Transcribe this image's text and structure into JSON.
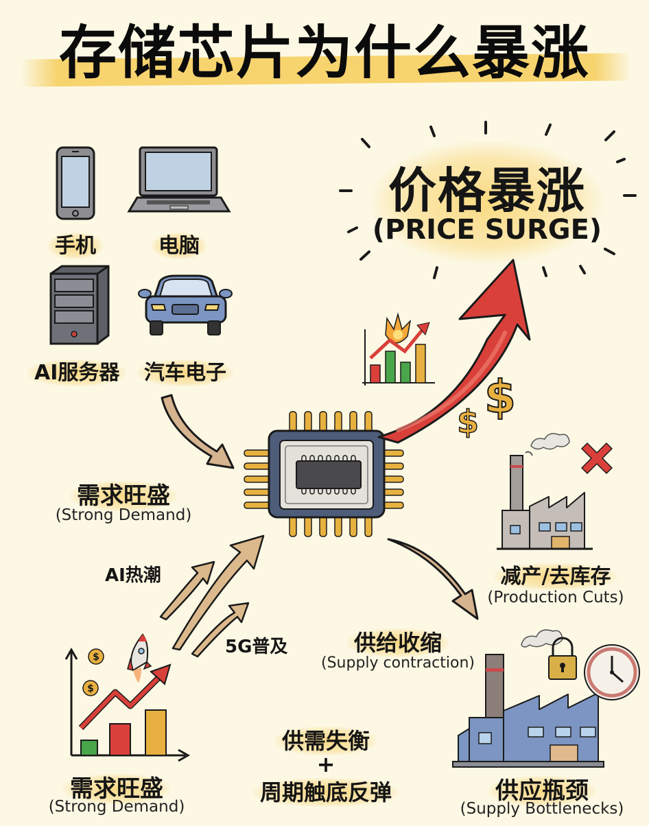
{
  "title": "存储芯片为什么暴涨",
  "price_surge": {
    "cn": "价格暴涨",
    "en": "(PRICE SURGE)"
  },
  "devices": [
    {
      "label": "手机",
      "icon": "smartphone-icon"
    },
    {
      "label": "电脑",
      "icon": "laptop-icon"
    },
    {
      "label": "AI服务器",
      "icon": "server-icon"
    },
    {
      "label": "汽车电子",
      "icon": "car-icon"
    }
  ],
  "demand_top": {
    "cn": "需求旺盛",
    "en": "(Strong Demand)"
  },
  "drivers": [
    {
      "label": "AI热潮"
    },
    {
      "label": "5G普及"
    }
  ],
  "demand_bottom": {
    "cn": "需求旺盛",
    "en": "(Strong Demand)"
  },
  "production_cuts": {
    "cn": "减产/去库存",
    "en": "(Production Cuts)"
  },
  "supply_contraction": {
    "cn": "供给收缩",
    "en": "(Supply contraction)"
  },
  "supply_bottlenecks": {
    "cn": "供应瓶颈",
    "en": "(Supply Bottlenecks)"
  },
  "conclusion": {
    "line1": "供需失衡",
    "plus": "+",
    "line2": "周期触底反弹"
  },
  "symbols": {
    "dollar": "$",
    "cross": "✕"
  },
  "colors": {
    "background": "#fcf8e4",
    "highlight": "#f6cd5a",
    "red_arrow": "#d9403a",
    "tan_arrow": "#d6b48f",
    "chip_body": "#4d5d7a",
    "chip_pins": "#e8b240",
    "gold": "#e8b040"
  }
}
